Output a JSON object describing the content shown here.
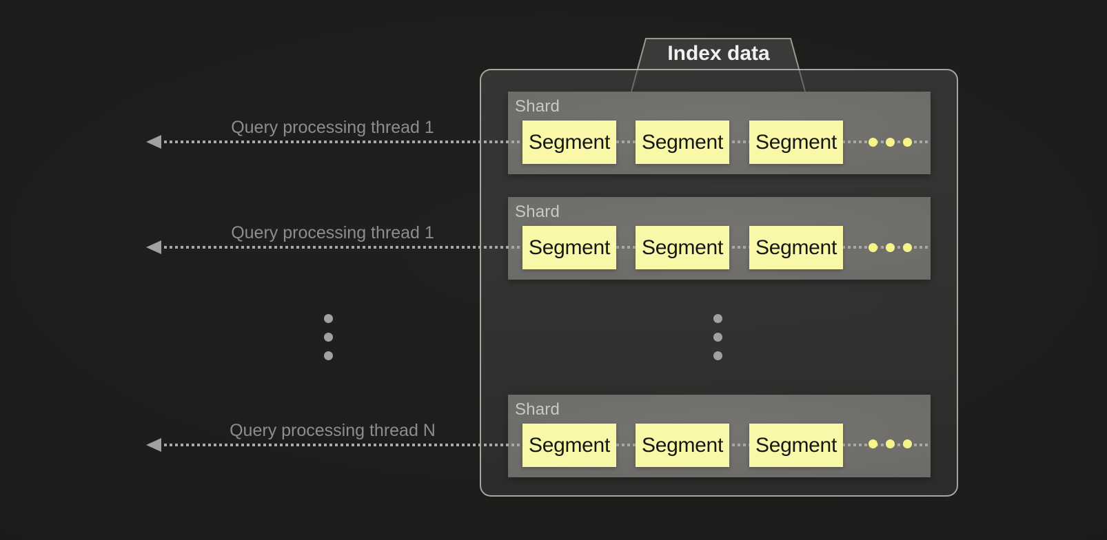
{
  "diagram": {
    "tab_title": "Index data",
    "threads": [
      {
        "label": "Query processing thread 1"
      },
      {
        "label": "Query processing thread 1"
      },
      {
        "label": "Query processing thread N"
      }
    ],
    "shards": [
      {
        "label": "Shard",
        "segments": [
          "Segment",
          "Segment",
          "Segment"
        ]
      },
      {
        "label": "Shard",
        "segments": [
          "Segment",
          "Segment",
          "Segment"
        ]
      },
      {
        "label": "Shard",
        "segments": [
          "Segment",
          "Segment",
          "Segment"
        ]
      }
    ],
    "colors": {
      "background": "#1d1c1b",
      "container_fill": "#393837",
      "container_border": "#c4c3bf",
      "tab_fill": "#3b3a38",
      "shard_fill": "#6f6e6b",
      "shard_label_text": "#c9c8c6",
      "segment_fill": "#f8f8a8",
      "segment_text": "#161612",
      "dotted_line": "#a9a8a6",
      "arrowhead": "#a2a19f",
      "thread_label_text": "#8e8d8b",
      "yellow_dots": "#f6f488",
      "ellipsis_dots": "#a2a19f",
      "title_text": "#f2f1ef"
    }
  }
}
